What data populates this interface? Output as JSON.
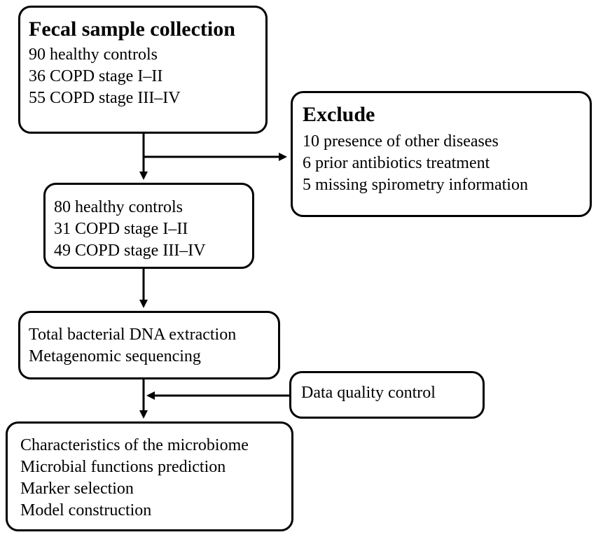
{
  "collection": {
    "title": "Fecal sample collection",
    "lines": [
      "90 healthy controls",
      "36 COPD stage I–II",
      "55 COPD stage III–IV"
    ]
  },
  "exclude": {
    "title": "Exclude",
    "lines": [
      "10 presence of other diseases",
      "6 prior antibiotics treatment",
      "5 missing spirometry information"
    ]
  },
  "included": {
    "lines": [
      "80 healthy controls",
      "31 COPD stage I–II",
      "49 COPD stage III–IV"
    ]
  },
  "processing": {
    "lines": [
      "Total bacterial DNA extraction",
      "Metagenomic sequencing"
    ]
  },
  "quality_control": {
    "label": "Data quality control"
  },
  "analysis": {
    "lines": [
      "Characteristics of the microbiome",
      "Microbial functions prediction",
      "Marker selection",
      "Model construction"
    ]
  }
}
